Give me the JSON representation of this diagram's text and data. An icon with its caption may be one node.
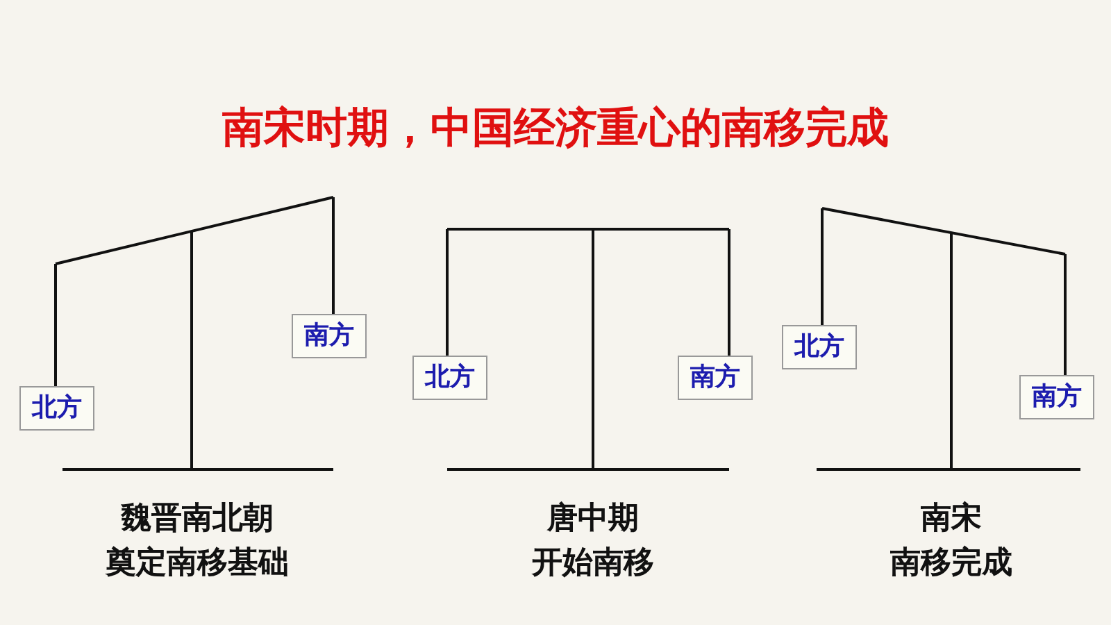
{
  "diagram": {
    "title": "南宋时期，中国经济重心的南移完成",
    "nodes": [
      {
        "text": [
          "北方"
        ]
      },
      {
        "text": [
          "南方"
        ]
      },
      {
        "text": [
          "北方"
        ]
      },
      {
        "text": [
          "南方"
        ]
      },
      {
        "text": [
          "北方"
        ]
      },
      {
        "text": [
          "南方"
        ]
      }
    ],
    "labels": [
      "魏晋南北朝",
      "奠定南移基础",
      "唐中期",
      "开始南移",
      "南宋",
      "南移完成"
    ]
  }
}
